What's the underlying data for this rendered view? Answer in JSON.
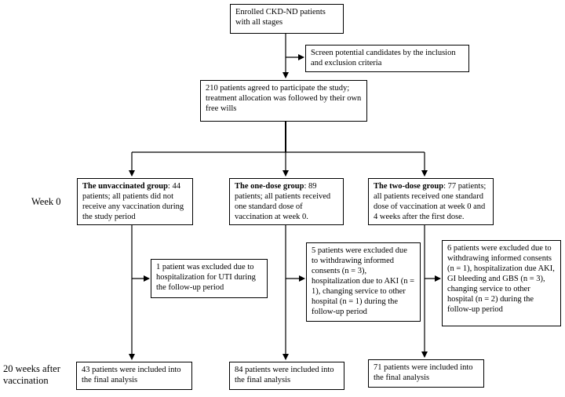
{
  "enrolled": "Enrolled CKD-ND patients with all stages",
  "screen": "Screen potential candidates by the inclusion and exclusion criteria",
  "agreed": "210 patients agreed to participate the study; treatment allocation was followed by their own free wills",
  "groups": [
    {
      "title": "The unvaccinated group",
      "text": ": 44 patients; all patients did not receive any vaccination during the study period",
      "excluded": "1 patient was excluded due to hospitalization for UTI during the follow-up period",
      "final": "43 patients were included into the final analysis"
    },
    {
      "title": "The one-dose group",
      "text": ": 89 patients; all patients received one standard dose of vaccination at week 0.",
      "excluded": "5 patients were excluded due to withdrawing informed consents (n = 3), hospitalization due to AKI (n = 1), changing service to other hospital (n = 1) during the follow-up period",
      "final": "84 patients were included into the final analysis"
    },
    {
      "title": "The two-dose group",
      "text": ": 77 patients; all patients received one standard dose of vaccination at week 0 and 4 weeks after the first dose.",
      "excluded": "6 patients were excluded due to withdrawing informed consents (n = 1), hospitalization due AKI, GI bleeding and GBS (n = 3), changing service to other hospital (n = 2) during the follow-up period",
      "final": "71 patients were included into the final analysis"
    }
  ],
  "labels": {
    "week0": "Week 0",
    "week20": "20 weeks after vaccination"
  }
}
